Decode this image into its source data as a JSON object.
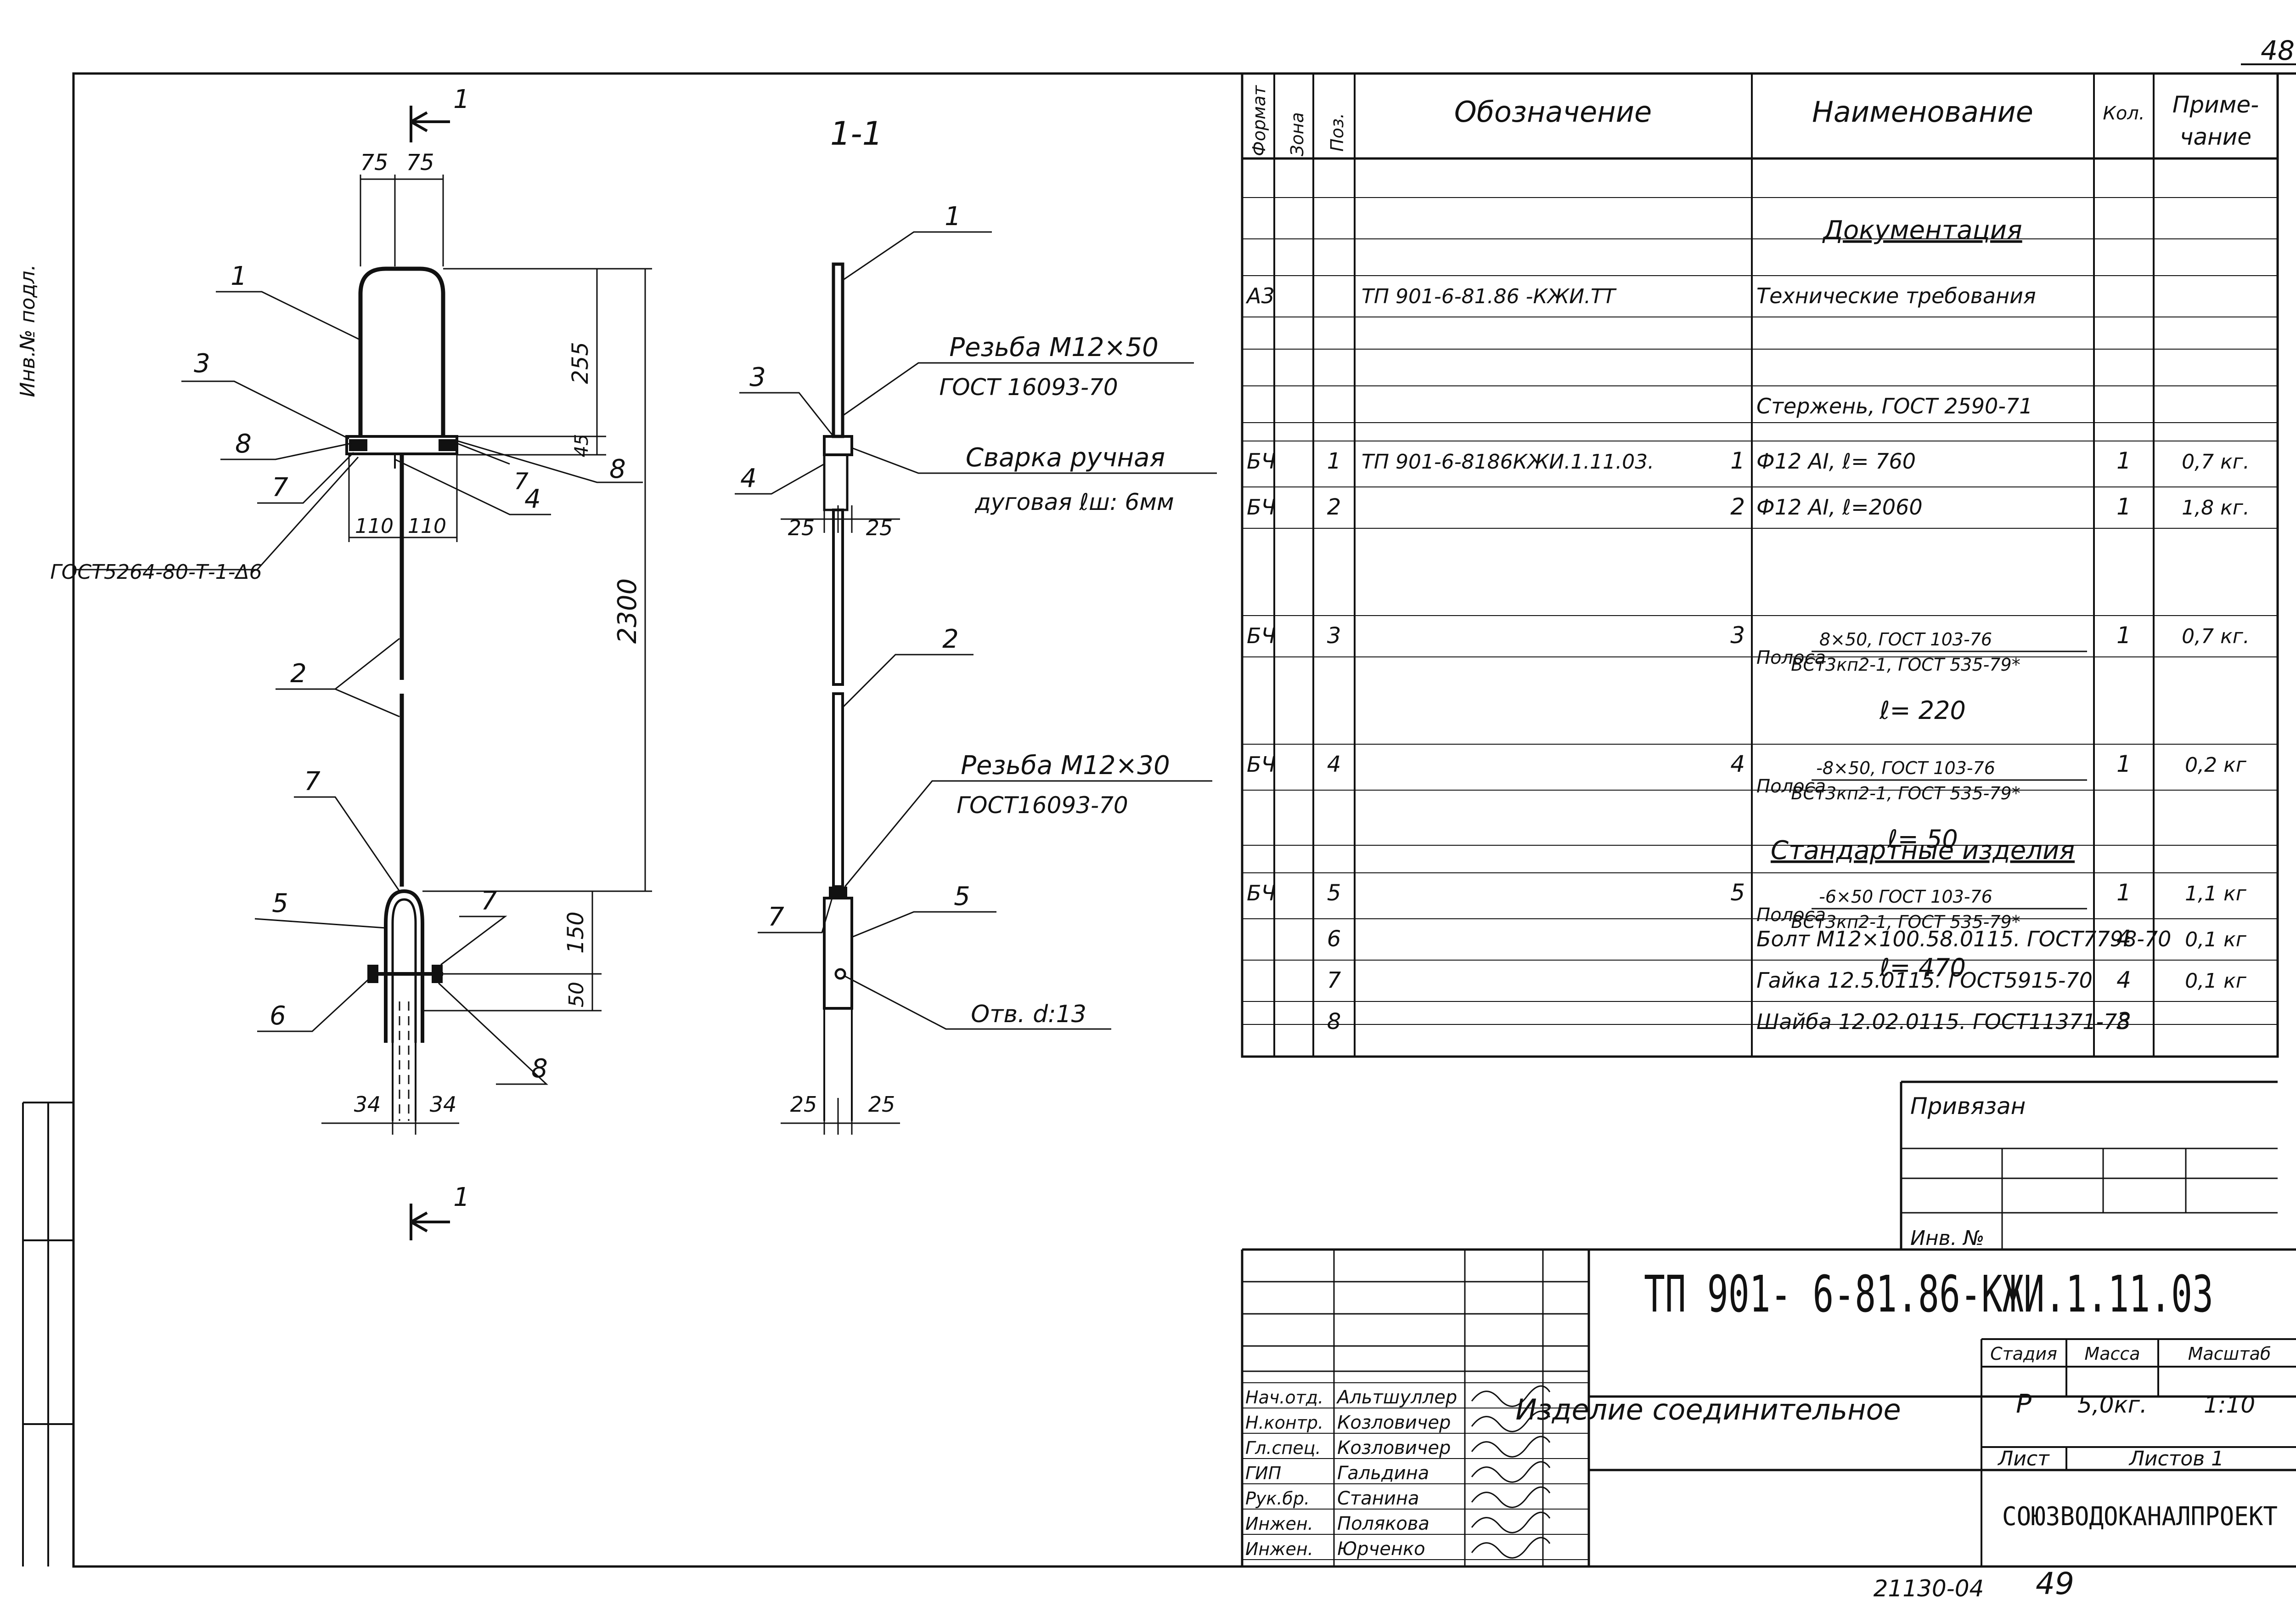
{
  "sheet": {
    "page_number": "48",
    "left_margin_text": "Инв.№ подл.",
    "footer_code": "21130-04",
    "footer_sheet": "49"
  },
  "drawing": {
    "section_label": "1-1",
    "cut_mark": "1",
    "dims": {
      "d75a": "75",
      "d75b": "75",
      "d255": "255",
      "d45": "45",
      "d110a": "110",
      "d110b": "110",
      "d2300": "2300",
      "d150": "150",
      "d50": "50",
      "d34a": "34",
      "d34b": "34",
      "s25a": "25",
      "s25b": "25",
      "s25c": "25",
      "s25d": "25"
    },
    "leaders": {
      "p1": "1",
      "p2": "2",
      "p3": "3",
      "p4": "4",
      "p5": "5",
      "p6": "6",
      "p7a": "7",
      "p7b": "7",
      "p7c": "7",
      "p8a": "8",
      "p8b": "8",
      "p8c": "8",
      "s1": "1",
      "s2": "2",
      "s3": "3",
      "s4": "4",
      "s5": "5",
      "s7": "7"
    },
    "notes": {
      "thread1_l1": "Резьба М12×50",
      "thread1_l2": "ГОСТ 16093-70",
      "weld_l1": "Сварка ручная",
      "weld_l2": "дуговая ℓш: 6мм",
      "weld_std": "ГОСТ5264-80-Т-1-Δ6",
      "thread2_l1": "Резьба М12×30",
      "thread2_l2": "ГОСТ16093-70",
      "hole": "Отв. d:13"
    }
  },
  "spec": {
    "headers": {
      "format": "Формат",
      "zone": "Зона",
      "pos": "Поз.",
      "designation": "Обозначение",
      "name": "Наименование",
      "qty": "Кол.",
      "note_l1": "Приме-",
      "note_l2": "чание"
    },
    "section_docs": "Документация",
    "section_std": "Стандартные изделия",
    "rows": [
      {
        "format": "А3",
        "designation": "ТП 901-6-81.86 -КЖИ.ТТ",
        "name": "Технические требования"
      },
      {
        "name": "Стержень, ГОСТ 2590-71"
      },
      {
        "format": "БЧ",
        "pos": "1",
        "designation": "ТП 901-6-8186КЖИ.1.11.03.",
        "dpos": "1",
        "name": "Ф12 АI,  ℓ= 760",
        "qty": "1",
        "note": "0,7 кг."
      },
      {
        "format": "БЧ",
        "pos": "2",
        "dpos": "2",
        "name": "Ф12 АI,  ℓ=2060",
        "qty": "1",
        "note": "1,8 кг."
      },
      {
        "format": "БЧ",
        "pos": "3",
        "dpos": "3",
        "name_pre": "Полоса",
        "name_top": "8×50, ГОСТ 103-76",
        "name_bot": "ВСт3кп2-1, ГОСТ 535-79*",
        "name_len": "ℓ= 220",
        "qty": "1",
        "note": "0,7 кг."
      },
      {
        "format": "БЧ",
        "pos": "4",
        "dpos": "4",
        "name_pre": "Полоса",
        "name_top": "-8×50, ГОСТ 103-76",
        "name_bot": "ВСт3кп2-1, ГОСТ 535-79*",
        "name_len": "ℓ= 50",
        "qty": "1",
        "note": "0,2 кг"
      },
      {
        "format": "БЧ",
        "pos": "5",
        "dpos": "5",
        "name_pre": "Полоса",
        "name_top": "-6×50 ГОСТ 103-76",
        "name_bot": "ВСт3кп2-1, ГОСТ 535-79*",
        "name_len": "ℓ= 470",
        "qty": "1",
        "note": "1,1 кг"
      },
      {
        "pos": "6",
        "name": "Болт М12×100.58.0115. ГОСТ7798-70",
        "qty": "4",
        "note": "0,1 кг"
      },
      {
        "pos": "7",
        "name": "Гайка 12.5.0115. ГОСТ5915-70",
        "qty": "4",
        "note": "0,1 кг"
      },
      {
        "pos": "8",
        "name": "Шайба 12.02.0115. ГОСТ11371-78",
        "qty": "3"
      }
    ]
  },
  "stamp": {
    "privyazan": "Привязан",
    "inv": "Инв. №",
    "code": "ТП 901- 6-81.86-КЖИ.1.11.03",
    "title": "Изделие соединительное",
    "stage_label": "Стадия",
    "mass_label": "Масса",
    "scale_label": "Масштаб",
    "stage": "Р",
    "mass": "5,0кг.",
    "scale": "1:10",
    "sheet_label": "Лист",
    "sheets_label": "Листов 1",
    "org": "СОЮЗВОДОКАНАЛПРОЕКТ",
    "roles": [
      "Нач.отд.",
      "Н.контр.",
      "Гл.спец.",
      "ГИП",
      "Рук.бр.",
      "Инжен.",
      "Инжен."
    ],
    "names": [
      "Альтшуллер",
      "Козловичер",
      "Козловичер",
      "Гальдина",
      "Станина",
      "Полякова",
      "Юрченко"
    ]
  }
}
